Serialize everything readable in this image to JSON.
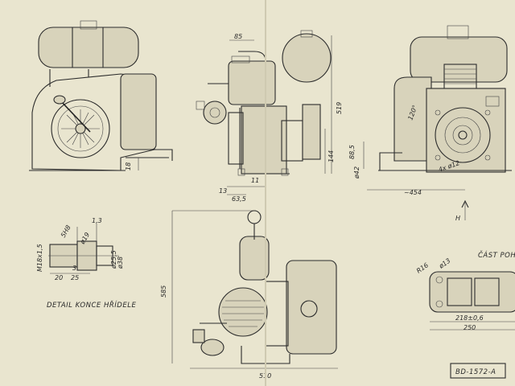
{
  "drawing": {
    "dims": {
      "d85": "85",
      "d519": "519",
      "d144": "144",
      "d885": "88,5",
      "d42": "ø42",
      "d454": "~454",
      "d120": "120°",
      "d4x42": "4x ø12",
      "d18": "18",
      "d13": "13",
      "d11": "11",
      "d635": "63,5",
      "h": "H",
      "d5h8": "5H8",
      "d13b": "1,3",
      "d19": "ø19",
      "m18": "M18x1,5",
      "d255": "ø25,5",
      "d38": "ø38",
      "d3": "3",
      "d20": "20",
      "d25": "25",
      "d585": "585",
      "d510": "510",
      "r16": "R16",
      "d13c": "ø13",
      "d218": "218±0,6",
      "d250": "250"
    },
    "captions": {
      "detail": "DETAIL KONCE HŘÍDELE",
      "cast": "ČÁST POHLEDU",
      "code": "BD-1572-A"
    }
  }
}
